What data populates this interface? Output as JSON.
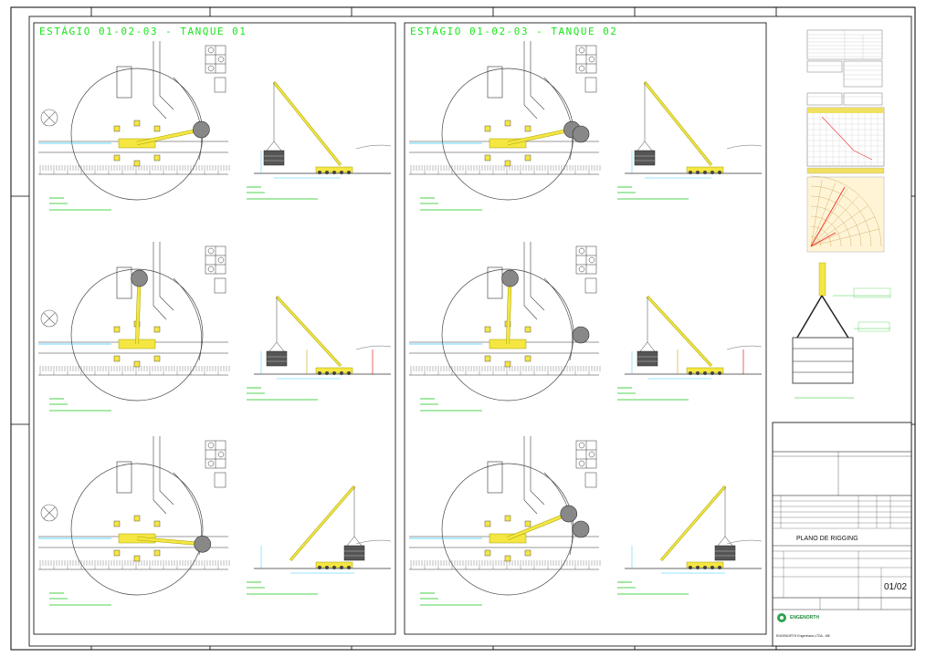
{
  "sheet": {
    "panel_left_title": "ESTÁGIO 01-02-03 - TANQUE 01",
    "panel_right_title": "ESTÁGIO 01-02-03 - TANQUE 02"
  },
  "title_block": {
    "title": "PLANO DE RIGGING",
    "sheet_number": "01/02",
    "company": "ENGENORTH",
    "company_sub": "ENGENORTH Engenharia LTDA - ME"
  },
  "colors": {
    "frame": "#000000",
    "label_green": "#16c416",
    "crane_yellow": "#f5e642",
    "boom_outline": "#a0a000",
    "lift_cyan": "#33ccff",
    "radius_red": "#dd0000"
  }
}
